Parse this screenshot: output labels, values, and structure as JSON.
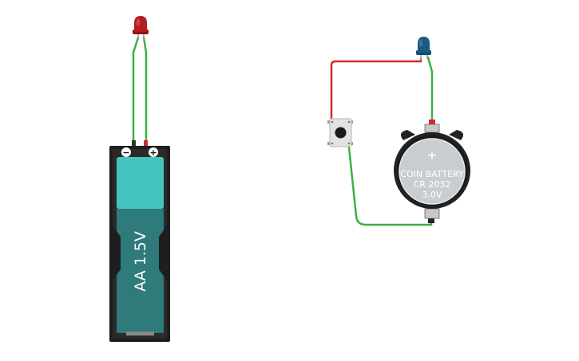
{
  "components": {
    "aa_battery": {
      "label": "AA 1.5V",
      "minus_symbol": "−",
      "plus_symbol": "+",
      "body_color": "#2f7a7a",
      "cap_color": "#46c4c0",
      "holder_color": "#1e1e1e"
    },
    "coin_battery": {
      "label_line1": "COIN BATTERY",
      "label_line2": "CR 2032",
      "label_line3": "3.0V",
      "plus_symbol": "+",
      "face_color": "#c9ccd0",
      "holder_color": "#222222"
    },
    "red_led": {
      "color": "#b51d1d"
    },
    "blue_led": {
      "color": "#1b5a85"
    },
    "pushbutton": {
      "color": "#e2e2e2"
    }
  },
  "wire_colors": {
    "green": "#3cb043",
    "red": "#d42a2a"
  }
}
